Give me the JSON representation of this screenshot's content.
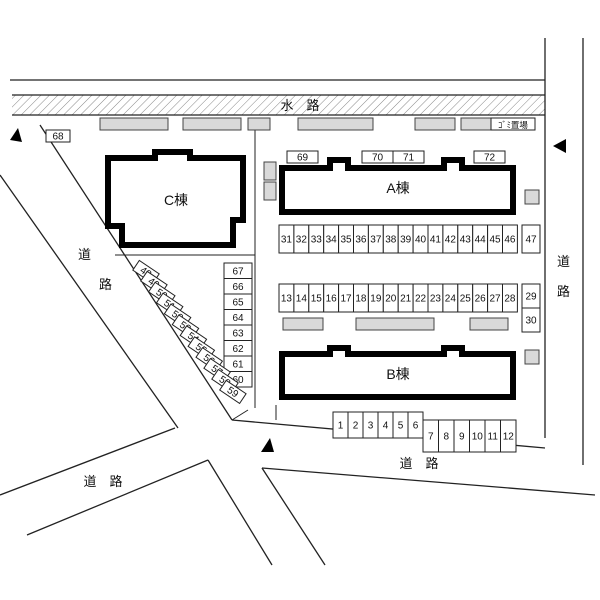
{
  "labels": {
    "suiro": "水　路",
    "road_left": [
      "道",
      "路"
    ],
    "road_right": [
      "道",
      "路"
    ],
    "road_bottom_left": "道　路",
    "road_bottom": "道　路",
    "gomi": "ｺﾞﾐ置場",
    "bldg_a": "A棟",
    "bldg_b": "B棟",
    "bldg_c": "C棟"
  },
  "spots": {
    "top_single": [
      "68"
    ],
    "top_row": [
      "69",
      "70",
      "71",
      "72"
    ],
    "a_front": [
      "31",
      "32",
      "33",
      "34",
      "35",
      "36",
      "37",
      "38",
      "39",
      "40",
      "41",
      "42",
      "43",
      "44",
      "45",
      "46"
    ],
    "a_side": [
      "47"
    ],
    "b_back": [
      "13",
      "14",
      "15",
      "16",
      "17",
      "18",
      "19",
      "20",
      "21",
      "22",
      "23",
      "24",
      "25",
      "26",
      "27",
      "28"
    ],
    "b_side": [
      "29",
      "30"
    ],
    "left_col": [
      "67",
      "66",
      "65",
      "64",
      "63",
      "62",
      "61",
      "60"
    ],
    "diag": [
      "48",
      "49",
      "50",
      "51",
      "52",
      "53",
      "54",
      "55",
      "56",
      "57",
      "58",
      "59"
    ],
    "bottom": [
      "1",
      "2",
      "3",
      "4",
      "5",
      "6",
      "7",
      "8",
      "9",
      "10",
      "11",
      "12"
    ]
  }
}
